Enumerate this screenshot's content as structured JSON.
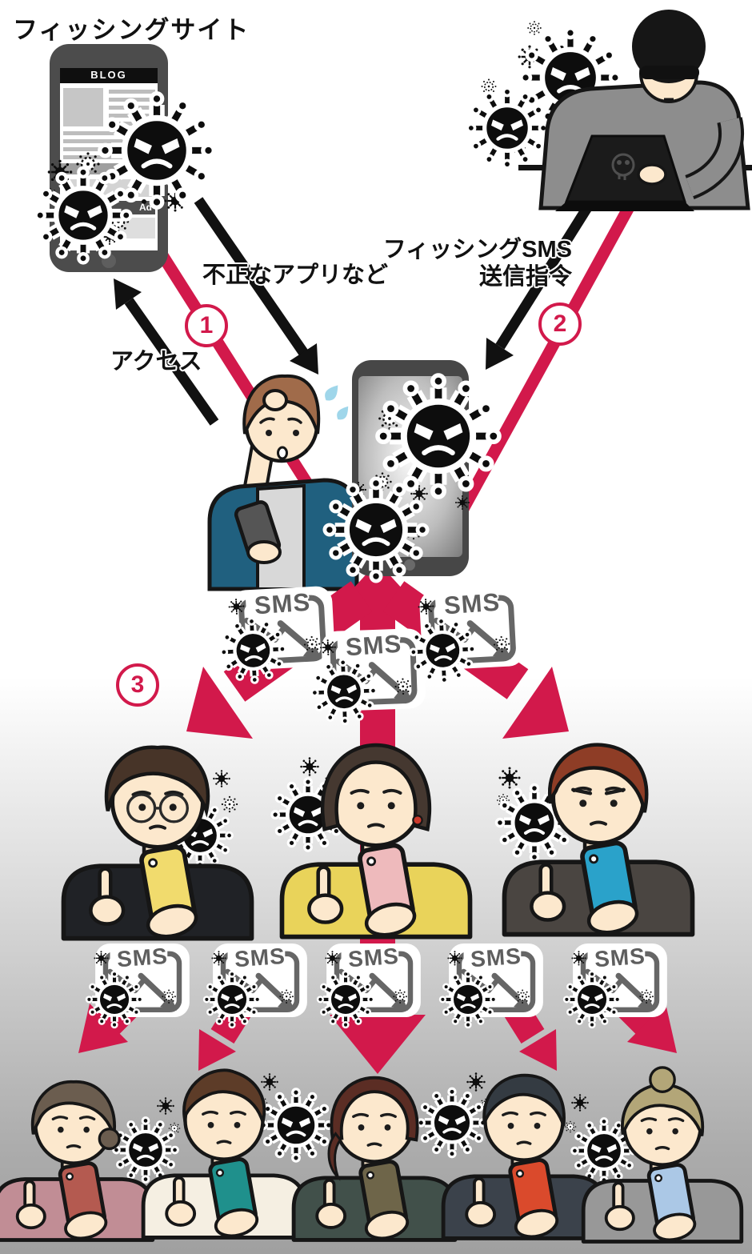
{
  "diagram": {
    "title": "フィッシングサイト",
    "phishing_site_phone": {
      "header": "BLOG",
      "ad_label": "Ad"
    },
    "flow_labels": {
      "access": "アクセス",
      "malicious_app": "不正なアプリなど",
      "sms_command_line1": "フィッシングSMS",
      "sms_command_line2": "送信指令"
    },
    "steps": [
      {
        "number": "1"
      },
      {
        "number": "2"
      },
      {
        "number": "3"
      }
    ],
    "sms_badge": "SMS",
    "icons": {
      "virus": "virus-icon",
      "sms_envelope": "sms-envelope-icon",
      "skull": "skull-icon",
      "laptop": "laptop-icon",
      "smartphone": "smartphone-icon"
    },
    "colors": {
      "accent_red": "#d2194b",
      "virus_black": "#0d0d0d",
      "envelope_gray": "#666666",
      "phone_dark": "#4a4a4a",
      "background_bottom": "#a0a0a0"
    }
  }
}
